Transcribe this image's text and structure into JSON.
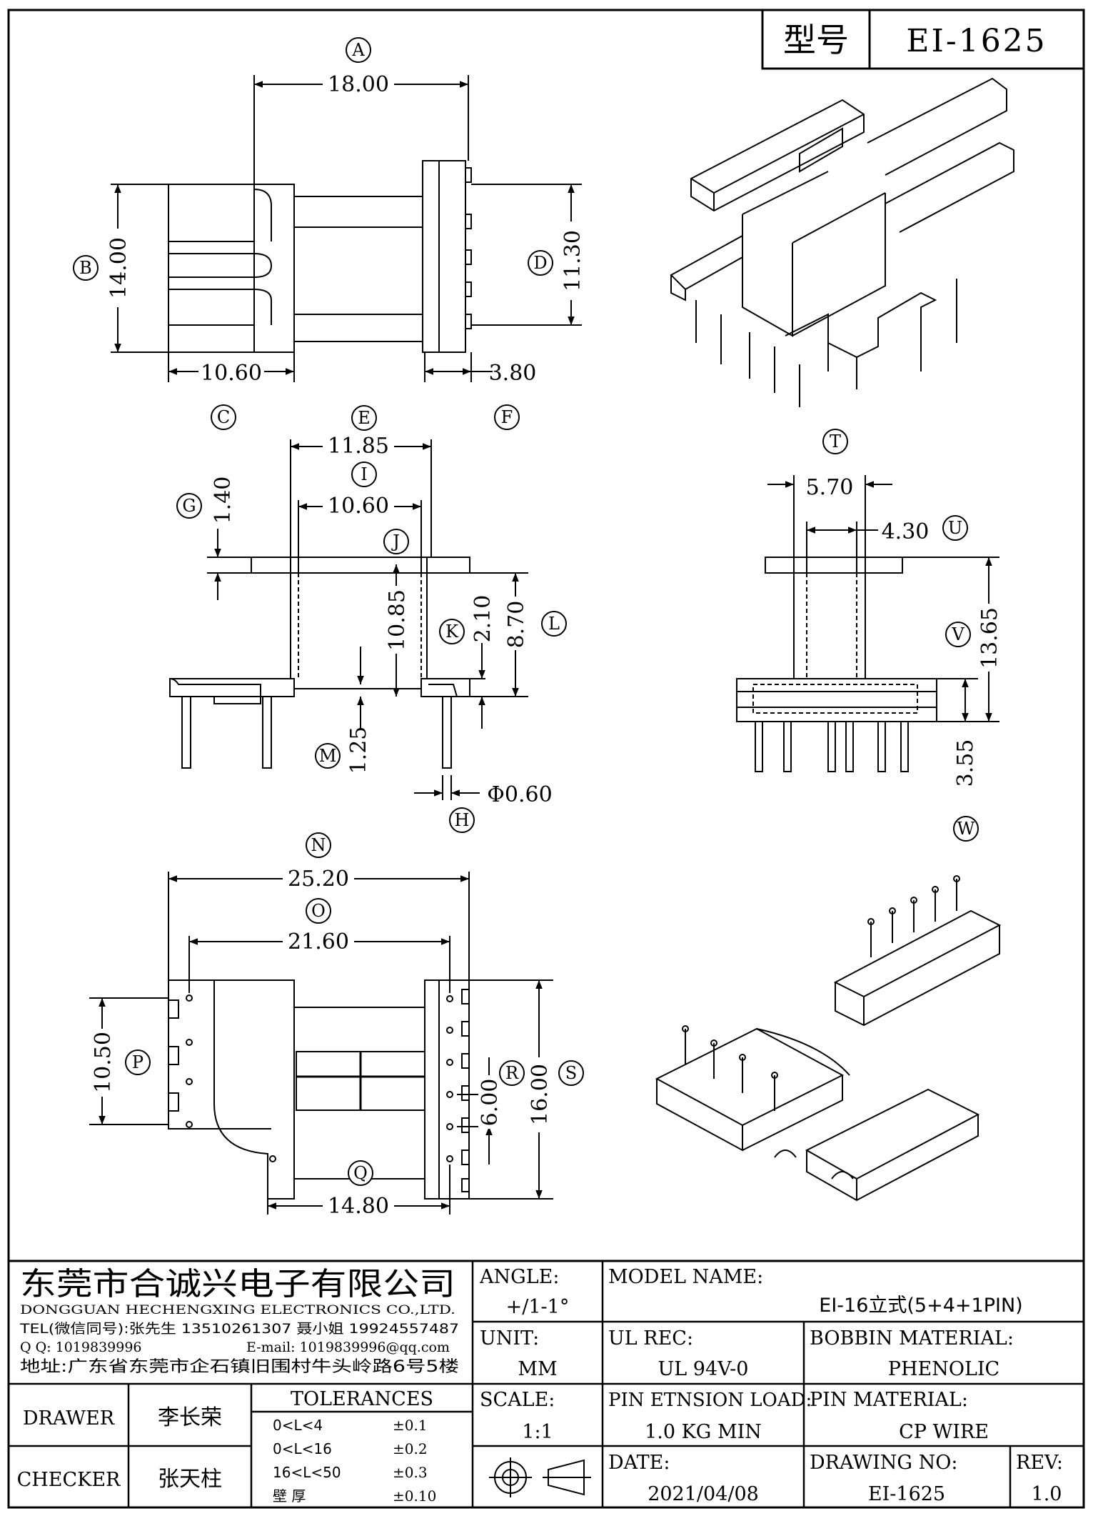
{
  "header": {
    "type_label": "型号",
    "model": "EI-1625"
  },
  "callouts": [
    "A",
    "B",
    "C",
    "D",
    "E",
    "F",
    "G",
    "H",
    "I",
    "J",
    "K",
    "L",
    "M",
    "N",
    "O",
    "P",
    "Q",
    "R",
    "S",
    "T",
    "U",
    "V",
    "W"
  ],
  "dimensions": {
    "A": "18.00",
    "B": "14.00",
    "C": "10.60",
    "D": "11.30",
    "F": "3.80",
    "E": "11.85",
    "I": "10.60",
    "G": "1.40",
    "J": "10.85",
    "K": "2.10",
    "L": "8.70",
    "M": "1.25",
    "H": "Φ0.60",
    "T": "5.70",
    "U": "4.30",
    "V": "13.65",
    "W": "3.55",
    "N": "25.20",
    "O": "21.60",
    "P": "10.50",
    "Q": "14.80",
    "R": "6.00",
    "S": "16.00"
  },
  "company": {
    "name_cn": "东莞市合诚兴电子有限公司",
    "name_en": "DONGGUAN HECHENGXING ELECTRONICS CO.,LTD.",
    "tel": "TEL(微信同号):张先生 13510261307 聂小姐 19924557487",
    "qq": "Q Q: 1019839996",
    "email": "E-mail: 1019839996@qq.com",
    "address": "地址:广东省东莞市企石镇旧围村牛头岭路6号5楼"
  },
  "title_block": {
    "angle_label": "ANGLE:",
    "angle_value": "+/1-1°",
    "unit_label": "UNIT:",
    "unit_value": "MM",
    "scale_label": "SCALE:",
    "scale_value": "1:1",
    "model_name_label": "MODEL NAME:",
    "model_name_value": "EI-16立式(5+4+1PIN)",
    "ul_label": "UL REC:",
    "ul_value": "UL 94V-0",
    "bobbin_label": "BOBBIN MATERIAL:",
    "bobbin_value": "PHENOLIC",
    "pin_load_label": "PIN ETNSION LOAD:",
    "pin_load_value": "1.0 KG MIN",
    "pin_material_label": "PIN MATERIAL:",
    "pin_material_value": "CP WIRE",
    "date_label": "DATE:",
    "date_value": "2021/04/08",
    "drawing_no_label": "DRAWING NO:",
    "drawing_no_value": "EI-1625",
    "rev_label": "REV:",
    "rev_value": "1.0",
    "drawer_label": "DRAWER",
    "drawer_value": "李长荣",
    "checker_label": "CHECKER",
    "checker_value": "张天柱",
    "tolerances_label": "TOLERANCES",
    "tolerances": [
      {
        "range": "0<L<4",
        "value": "±0.1"
      },
      {
        "range": "0<L<16",
        "value": "±0.2"
      },
      {
        "range": "16<L<50",
        "value": "±0.3"
      },
      {
        "range": "壁   厚",
        "value": "±0.10"
      }
    ]
  }
}
